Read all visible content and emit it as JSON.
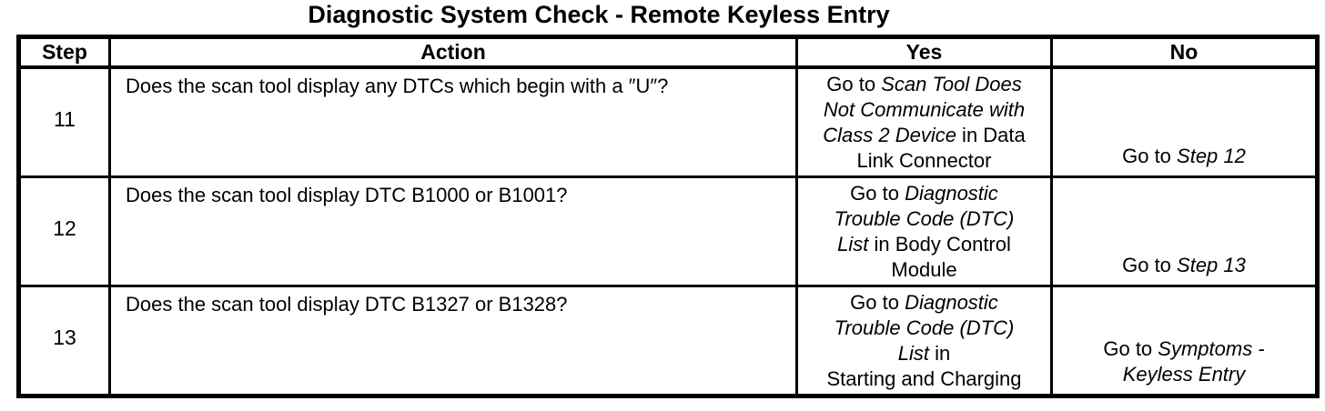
{
  "title": "Diagnostic System Check - Remote Keyless Entry",
  "headers": {
    "step": "Step",
    "action": "Action",
    "yes": "Yes",
    "no": "No"
  },
  "rows": [
    {
      "step": "11",
      "action": "Does the scan tool display any DTCs which begin with a ″U″?",
      "yes_lines": [
        [
          {
            "text": "Go to ",
            "italic": false
          },
          {
            "text": "Scan Tool Does",
            "italic": true
          }
        ],
        [
          {
            "text": "Not Communicate with",
            "italic": true
          }
        ],
        [
          {
            "text": "Class 2 Device",
            "italic": true
          },
          {
            "text": " in Data",
            "italic": false
          }
        ],
        [
          {
            "text": "Link Connector",
            "italic": false
          }
        ]
      ],
      "no_lines": [
        [
          {
            "text": "Go to ",
            "italic": false
          },
          {
            "text": "Step 12",
            "italic": true
          }
        ]
      ]
    },
    {
      "step": "12",
      "action": "Does the scan tool display DTC B1000 or B1001?",
      "yes_lines": [
        [
          {
            "text": "Go to ",
            "italic": false
          },
          {
            "text": "Diagnostic",
            "italic": true
          }
        ],
        [
          {
            "text": "Trouble Code (DTC)",
            "italic": true
          }
        ],
        [
          {
            "text": "List",
            "italic": true
          },
          {
            "text": " in Body Control",
            "italic": false
          }
        ],
        [
          {
            "text": "Module",
            "italic": false
          }
        ]
      ],
      "no_lines": [
        [
          {
            "text": "Go to ",
            "italic": false
          },
          {
            "text": "Step 13",
            "italic": true
          }
        ]
      ]
    },
    {
      "step": "13",
      "action": "Does the scan tool display DTC B1327 or B1328?",
      "yes_lines": [
        [
          {
            "text": "Go to ",
            "italic": false
          },
          {
            "text": "Diagnostic",
            "italic": true
          }
        ],
        [
          {
            "text": "Trouble Code (DTC)",
            "italic": true
          }
        ],
        [
          {
            "text": "List",
            "italic": true
          },
          {
            "text": " in",
            "italic": false
          }
        ],
        [
          {
            "text": "Starting and Charging",
            "italic": false
          }
        ]
      ],
      "no_lines": [
        [
          {
            "text": "Go to ",
            "italic": false
          },
          {
            "text": "Symptoms -",
            "italic": true
          }
        ],
        [
          {
            "text": "Keyless Entry",
            "italic": true
          }
        ]
      ]
    }
  ]
}
